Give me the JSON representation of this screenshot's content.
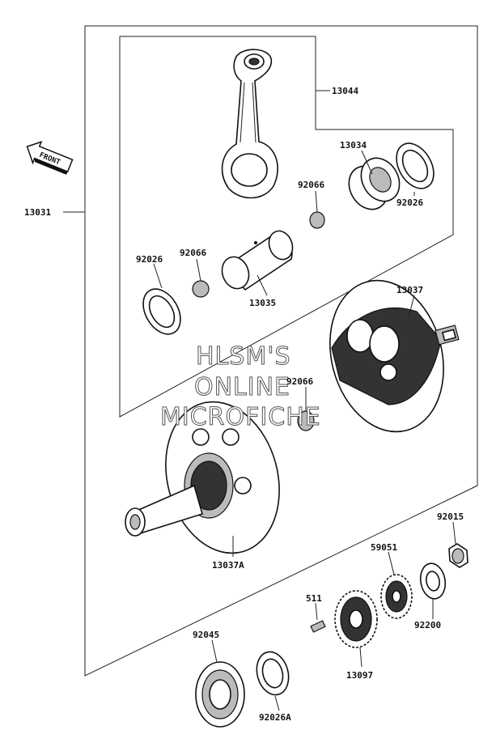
{
  "watermark": {
    "line1": "HLSM'S",
    "line2": "ONLINE",
    "line3": "MICROFICHE"
  },
  "front_label": "FRONT",
  "labels": {
    "p13031": "13031",
    "p13044": "13044",
    "p13034": "13034",
    "p92066_a": "92066",
    "p92026_a": "92026",
    "p92026_b": "92026",
    "p92066_b": "92066",
    "p13035": "13035",
    "p13037": "13037",
    "p92066_c": "92066",
    "p13037A": "13037A",
    "p92015": "92015",
    "p59051": "59051",
    "p511": "511",
    "p92200": "92200",
    "p92045": "92045",
    "p13097": "13097",
    "p92026A": "92026A"
  }
}
